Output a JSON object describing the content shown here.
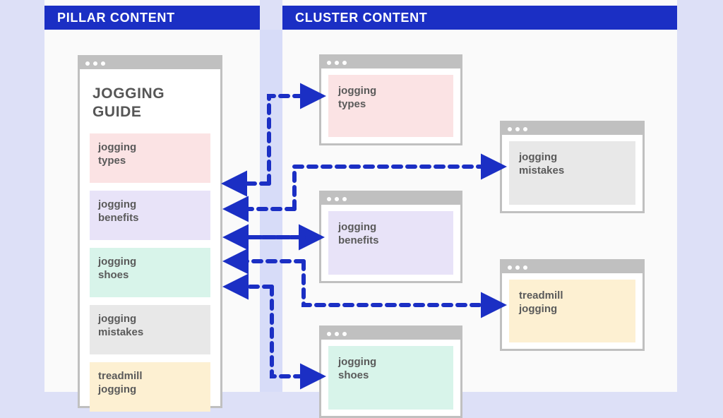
{
  "theme": {
    "page_background": "#dde0f7",
    "panel_background": "#fafafa",
    "header_blue": "#1b2fc4",
    "arrow_blue": "#1b2fc4",
    "card_border_grey": "#c0c0c0",
    "label_grey": "#5a5a5a"
  },
  "panels": {
    "pillar": {
      "header_title": "PILLAR CONTENT"
    },
    "cluster": {
      "header_title": "CLUSTER CONTENT"
    }
  },
  "pillar_card": {
    "window_dots": [
      "dot",
      "dot",
      "dot"
    ],
    "title": "JOGGING\nGUIDE",
    "blocks": [
      {
        "label": "jogging\ntypes",
        "color": "#fbe3e4"
      },
      {
        "label": "jogging\nbenefits",
        "color": "#e8e3f8"
      },
      {
        "label": "jogging\nshoes",
        "color": "#d8f4ea"
      },
      {
        "label": "jogging\nmistakes",
        "color": "#e8e8e8"
      },
      {
        "label": "treadmill\njogging",
        "color": "#fdf0d2"
      }
    ]
  },
  "cluster_cards": [
    {
      "id": "types",
      "label": "jogging\ntypes",
      "color": "#fbe3e4"
    },
    {
      "id": "mistakes",
      "label": "jogging\nmistakes",
      "color": "#e8e8e8"
    },
    {
      "id": "benefits",
      "label": "jogging\nbenefits",
      "color": "#e8e3f8"
    },
    {
      "id": "treadmill",
      "label": "treadmill\njogging",
      "color": "#fdf0d2"
    },
    {
      "id": "shoes",
      "label": "jogging\nshoes",
      "color": "#d8f4ea"
    }
  ],
  "connectors": [
    {
      "name": "pillar-to-jogging-types",
      "direction": "right"
    },
    {
      "name": "jogging-types-back-to-pillar",
      "direction": "left"
    },
    {
      "name": "jogging-mistakes-from-pillar",
      "direction": "right"
    },
    {
      "name": "mistakes-back-to-pillar",
      "direction": "left"
    },
    {
      "name": "benefits-bidirectional",
      "direction": "both"
    },
    {
      "name": "benefits-back-to-pillar",
      "direction": "left"
    },
    {
      "name": "treadmill-back-to-pillar",
      "direction": "left"
    },
    {
      "name": "treadmill-from-pillar",
      "direction": "right"
    },
    {
      "name": "pillar-to-jogging-shoes",
      "direction": "right"
    }
  ]
}
